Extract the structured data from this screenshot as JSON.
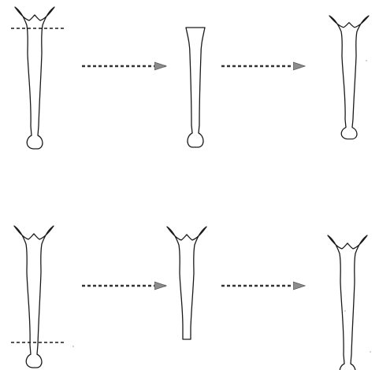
{
  "diagram": {
    "rows": [
      {
        "name": "top-row",
        "cut_position": "head",
        "stages": [
          "whole-organism",
          "cut-piece",
          "regenerated-organism"
        ],
        "arrows": 2
      },
      {
        "name": "bottom-row",
        "cut_position": "foot",
        "stages": [
          "whole-organism",
          "cut-piece",
          "regenerated-organism"
        ],
        "arrows": 2
      }
    ],
    "colors": {
      "outline": "#1a1a1a",
      "arrow_head": "#8c8c8c",
      "background": "#ffffff"
    }
  }
}
